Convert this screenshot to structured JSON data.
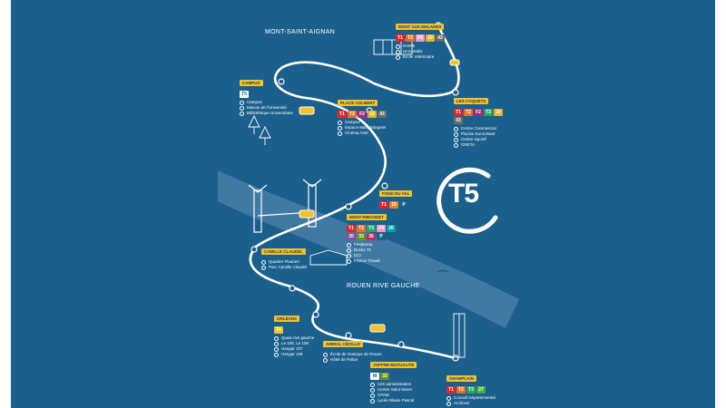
{
  "areas": {
    "north": "MONT-SAINT-AIGNAN",
    "south": "ROUEN RIVE GAUCHE"
  },
  "logo": {
    "line": "T5"
  },
  "line_colors": {
    "T1": "#e3242b",
    "T2": "#e76f2e",
    "T3": "#2aa36b",
    "F2": "#a02c7a",
    "F5": "#2b8ccf",
    "F9": "#f29bc1",
    "T4": "#f2c12e",
    "10": "#e5b22b",
    "43": "#6b6b6b",
    "15": "#d8872b",
    "P": "#1b5f8c",
    "20": "#7b54a1",
    "22": "#3c8d40",
    "26": "#00a0b0",
    "35": "#b92e64",
    "33": "#6d8f27",
    "M": "#ffffff",
    "27": "#4cab3a",
    "T5": "#ffffff"
  },
  "stops": [
    {
      "name": "MONT AUX MALADES",
      "lines": [
        "T1",
        "T2",
        "F9",
        "10",
        "43"
      ],
      "pois": [
        "INSPE",
        "UniLaSalle",
        "École Vétérinaire"
      ]
    },
    {
      "name": "CAMPUS",
      "lines": [
        "T5"
      ],
      "pois": [
        "Campus",
        "Maison de l'Université",
        "Bibliothèque Universitaire"
      ]
    },
    {
      "name": "PLACE COLBERT",
      "lines": [
        "T1",
        "T2",
        "F2",
        "10",
        "43"
      ],
      "pois": [
        "Campus",
        "Espace Marc Sangnier",
        "Cinéma Ariel"
      ]
    },
    {
      "name": "LES COQUETS",
      "lines": [
        "T1",
        "T2",
        "F2",
        "T3",
        "10",
        "43"
      ],
      "pois": [
        "Centre Commercial",
        "Piscine Eurocéane",
        "Centre Sportif",
        "GRETA"
      ]
    },
    {
      "name": "FOND DU VAL",
      "lines": [
        "T1",
        "15",
        "P"
      ],
      "pois": []
    },
    {
      "name": "MONT-RIBOUDET",
      "lines": [
        "T1",
        "T2",
        "T3",
        "F9",
        "26",
        "20",
        "33",
        "35",
        "P"
      ],
      "pois": [
        "Kindarena",
        "Docks 76",
        "CCI",
        "France Travail"
      ]
    },
    {
      "name": "CAMILLE CLAUDEL",
      "lines": [],
      "pois": [
        "Quartier Flaubert",
        "Parc Camille Claudel"
      ]
    },
    {
      "name": "ORLÉANS",
      "lines": [
        "T4"
      ],
      "pois": [
        "Quais rive gauche",
        "Le 105, Le 106",
        "Hangar 107",
        "Hangar 108"
      ]
    },
    {
      "name": "AMIRAL CÉCILLE",
      "lines": [],
      "pois": [
        "École de musique de Rouen",
        "Hôtel de Police"
      ]
    },
    {
      "name": "JOFFRE-MUTUALITÉ",
      "lines": [
        "M",
        "33"
      ],
      "pois": [
        "Cité administrative",
        "Centre Saint-Sever",
        "CPAM",
        "Lycée Blaise Pascal"
      ]
    },
    {
      "name": "CHAMPLAIN",
      "lines": [
        "T1",
        "T2",
        "T3",
        "27"
      ],
      "pois": [
        "Conseil Départemental",
        "Archives"
      ]
    }
  ]
}
